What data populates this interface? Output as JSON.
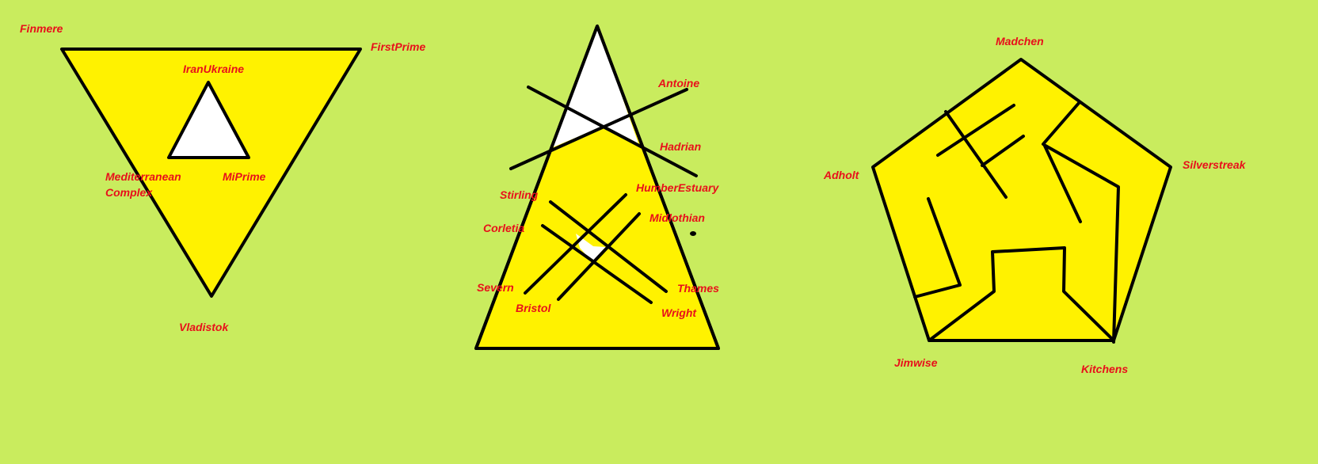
{
  "colors": {
    "background": "#c9ec5e",
    "shape_fill": "#fff200",
    "hole_fill": "#ffffff",
    "stroke": "#000000",
    "label": "#e8101b"
  },
  "figure1": {
    "labels": {
      "finmere": "Finmere",
      "firstprime": "FirstPrime",
      "iranukraine": "IranUkraine",
      "mediterranean_line1": "Mediterranean",
      "mediterranean_line2": "Complex",
      "miprime": "MiPrime",
      "vladistok": "Vladistok"
    }
  },
  "figure2": {
    "labels": {
      "antoine": "Antoine",
      "hadrian": "Hadrian",
      "humberestuary": "HumberEstuary",
      "stirling": "Stirling",
      "midlothian": "Midlothian",
      "corletia": "Corletia",
      "severn": "Severn",
      "thames": "Thames",
      "bristol": "Bristol",
      "wright": "Wright"
    }
  },
  "figure3": {
    "labels": {
      "madchen": "Madchen",
      "adholt": "Adholt",
      "silverstreak": "Silverstreak",
      "jimwise": "Jimwise",
      "kitchens": "Kitchens"
    }
  }
}
